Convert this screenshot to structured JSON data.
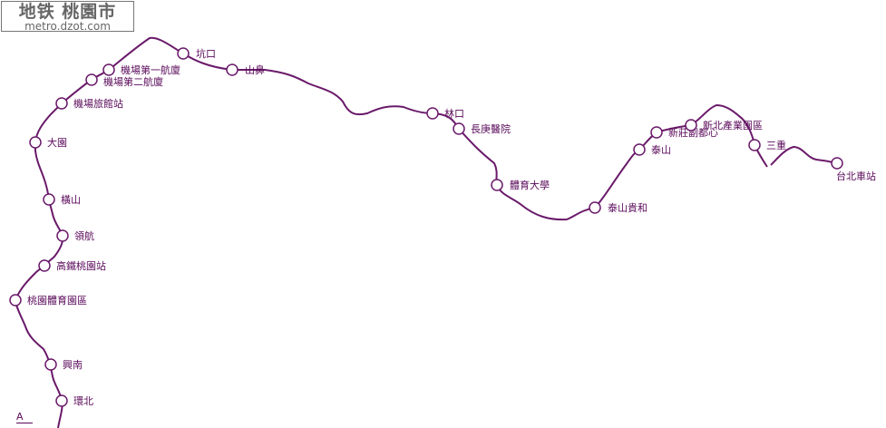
{
  "header": {
    "title": "地铁 桃園市",
    "site": "metro.dzot.com"
  },
  "line_color": "#6a1a6a",
  "line_marker": "A",
  "stations": [
    "環北",
    "興南",
    "桃園體育園區",
    "高鐵桃園站",
    "領航",
    "橫山",
    "大園",
    "機場旅館站",
    "機場第二航廈",
    "機場第一航廈",
    "坑口",
    "山鼻",
    "林口",
    "長庚醫院",
    "體育大學",
    "泰山貴和",
    "泰山",
    "新莊副都心",
    "新北產業園區",
    "三重",
    "台北車站"
  ]
}
